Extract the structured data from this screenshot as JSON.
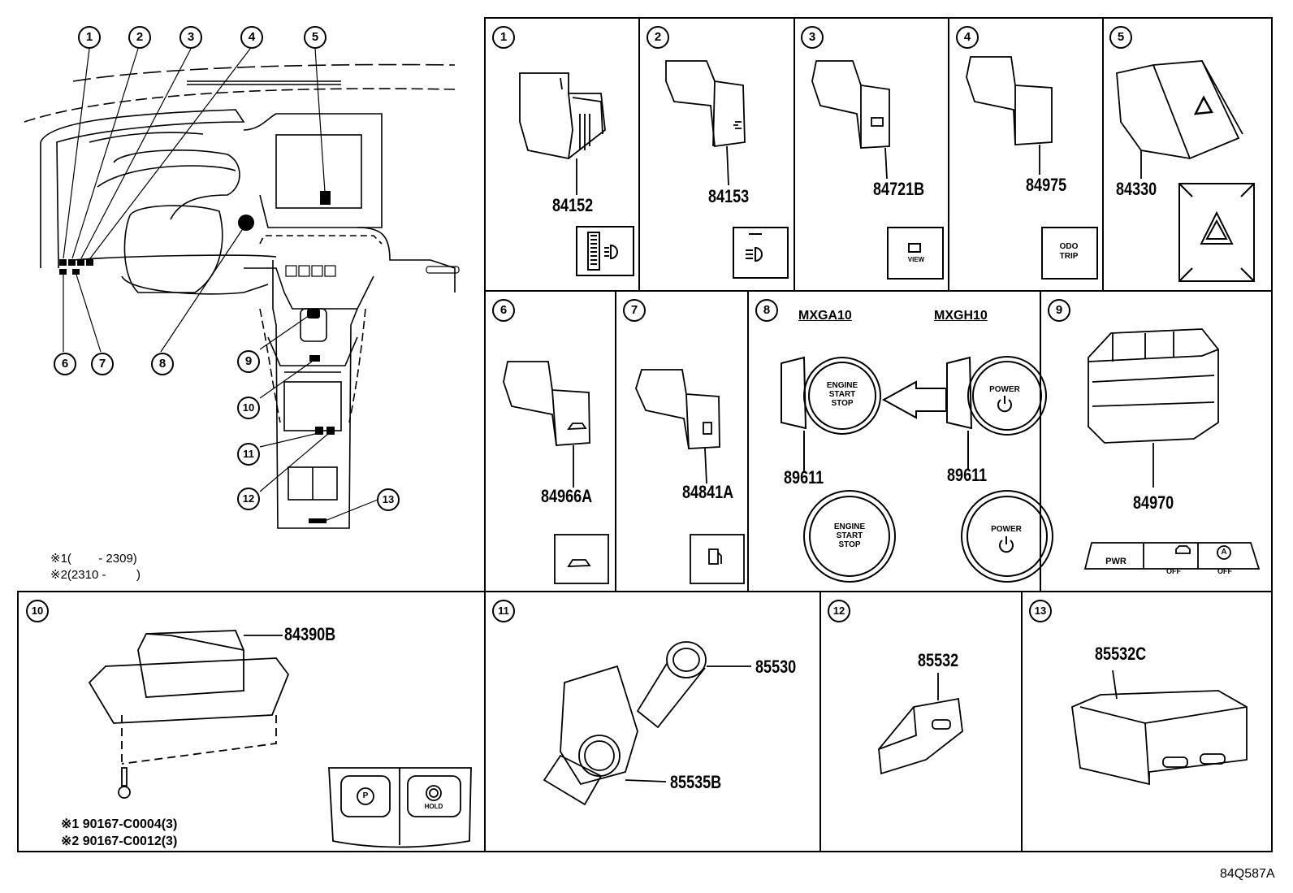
{
  "overview": {
    "callouts": [
      "1",
      "2",
      "3",
      "4",
      "5",
      "6",
      "7",
      "8",
      "9",
      "10",
      "11",
      "12",
      "13"
    ],
    "notes": [
      {
        "mark": "※1",
        "range": "(        - 2309)"
      },
      {
        "mark": "※2",
        "range": "(2310 -         )"
      }
    ]
  },
  "panels": [
    {
      "index": "1",
      "part": "84152"
    },
    {
      "index": "2",
      "part": "84153"
    },
    {
      "index": "3",
      "part": "84721B",
      "icon_text": "VIEW"
    },
    {
      "index": "4",
      "part": "84975",
      "icon_text_1": "ODO",
      "icon_text_2": "TRIP"
    },
    {
      "index": "5",
      "part": "84330"
    },
    {
      "index": "6",
      "part": "84966A"
    },
    {
      "index": "7",
      "part": "84841A"
    },
    {
      "index": "8",
      "part_left": "89611",
      "part_right": "89611",
      "model_left": "MXGA10",
      "model_right": "MXGH10",
      "engine_1": "ENGINE",
      "engine_2": "START",
      "engine_3": "STOP",
      "power": "POWER"
    },
    {
      "index": "9",
      "part": "84970",
      "btn_pwr": "PWR",
      "btn_off_1": "OFF",
      "btn_off_2": "OFF"
    },
    {
      "index": "10",
      "part": "84390B",
      "bolt_1": "※1 90167-C0004(3)",
      "bolt_2": "※2 90167-C0012(3)",
      "hold": "HOLD"
    },
    {
      "index": "11",
      "part_top": "85530",
      "part_bottom": "85535B"
    },
    {
      "index": "12",
      "part": "85532"
    },
    {
      "index": "13",
      "part": "85532C"
    }
  ],
  "figure_code": "84Q587A"
}
